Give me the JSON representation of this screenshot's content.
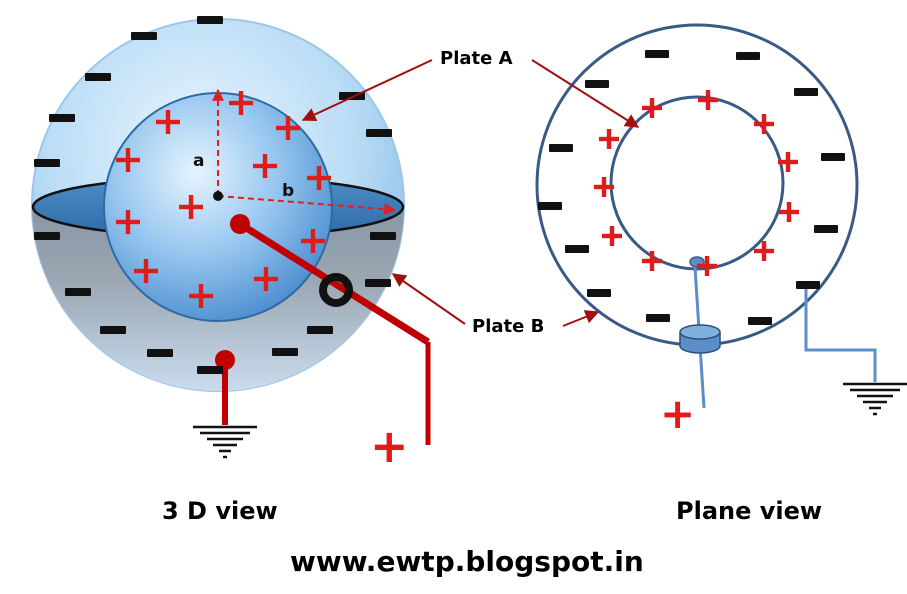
{
  "labels": {
    "plate_a": "Plate A",
    "plate_b": "Plate B",
    "radius_a": "a",
    "radius_b": "b"
  },
  "captions": {
    "view_3d": "3 D view",
    "view_plane": "Plane view",
    "website": "www.ewtp.blogspot.in"
  },
  "symbols": {
    "positive": "+",
    "negative": "−"
  },
  "colors": {
    "charge_positive": "#e11a1a",
    "charge_negative": "#111111",
    "wire_3d": "#c00000",
    "plane_outline": "#3a5a86",
    "plane_wire": "#5b8ec7",
    "arrow": "#a01010"
  }
}
